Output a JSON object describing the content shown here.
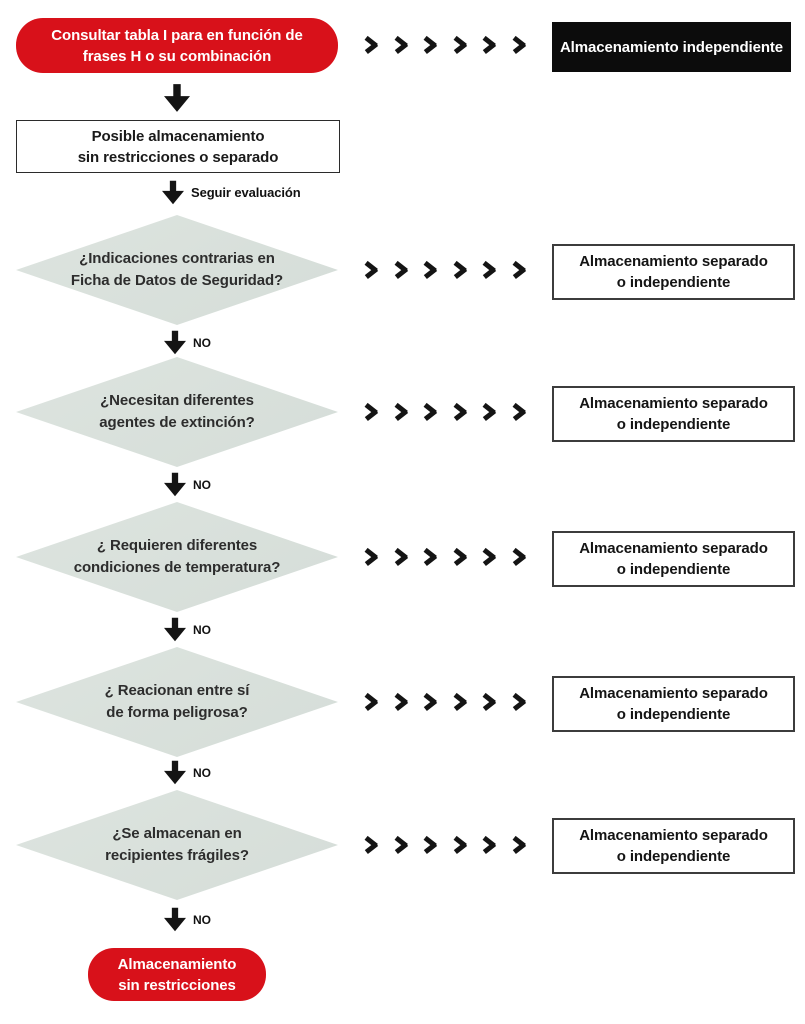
{
  "palette": {
    "red": "#d8111a",
    "black_box": "#0c0c0c",
    "diamond_fill": "#d8dfda",
    "arrow_color": "#141414",
    "text_dark": "#2d2d2d",
    "background": "#ffffff"
  },
  "start_box": {
    "line1": "Consultar tabla I para en función de",
    "line2": "frases H o su combinación"
  },
  "independent_outcome": {
    "label": "Almacenamiento independiente"
  },
  "process_box": {
    "line1": "Posible almacenamiento",
    "line2": "sin restricciones o separado"
  },
  "labels": {
    "seguir": "Seguir evaluación",
    "no": "NO"
  },
  "decisions": [
    {
      "line1": "¿Indicaciones contrarias en",
      "line2": "Ficha de Datos de Seguridad?"
    },
    {
      "line1": "¿Necesitan diferentes",
      "line2": "agentes de extinción?"
    },
    {
      "line1": "¿ Requieren diferentes",
      "line2": "condiciones de temperatura?"
    },
    {
      "line1": "¿ Reacionan entre sí",
      "line2": "de forma peligrosa?"
    },
    {
      "line1": "¿Se almacenan en",
      "line2": "recipientes frágiles?"
    }
  ],
  "separated_outcome": {
    "line1": "Almacenamiento separado",
    "line2": "o independiente"
  },
  "end_box": {
    "line1": "Almacenamiento",
    "line2": "sin restricciones"
  },
  "icons": {
    "chevron": "chevron-right-icon",
    "down_arrow": "arrow-down-icon"
  }
}
